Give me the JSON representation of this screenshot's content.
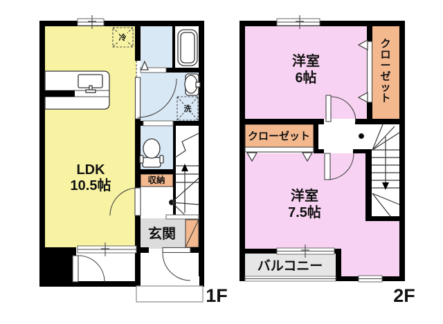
{
  "colors": {
    "wall": "#000000",
    "ldk_yellow": "#f8f3a2",
    "water_blue": "#d9e8f5",
    "room_pink": "#f8d2f2",
    "closet_salmon": "#f4b88e",
    "genkan_gray": "#dcdcdc",
    "balcony_gray": "#e6e6e6"
  },
  "floor1": {
    "label": "1F",
    "ldk_name": "LDK",
    "ldk_size": "10.5帖",
    "entrance": "玄関",
    "storage": "収納",
    "washer": "洗",
    "fridge": "冷"
  },
  "floor2": {
    "label": "2F",
    "bedroom1_name": "洋室",
    "bedroom1_size": "6帖",
    "bedroom2_name": "洋室",
    "bedroom2_size": "7.5帖",
    "closet_right": "クローゼット",
    "closet_mid": "クローゼット",
    "balcony": "バルコニー"
  }
}
